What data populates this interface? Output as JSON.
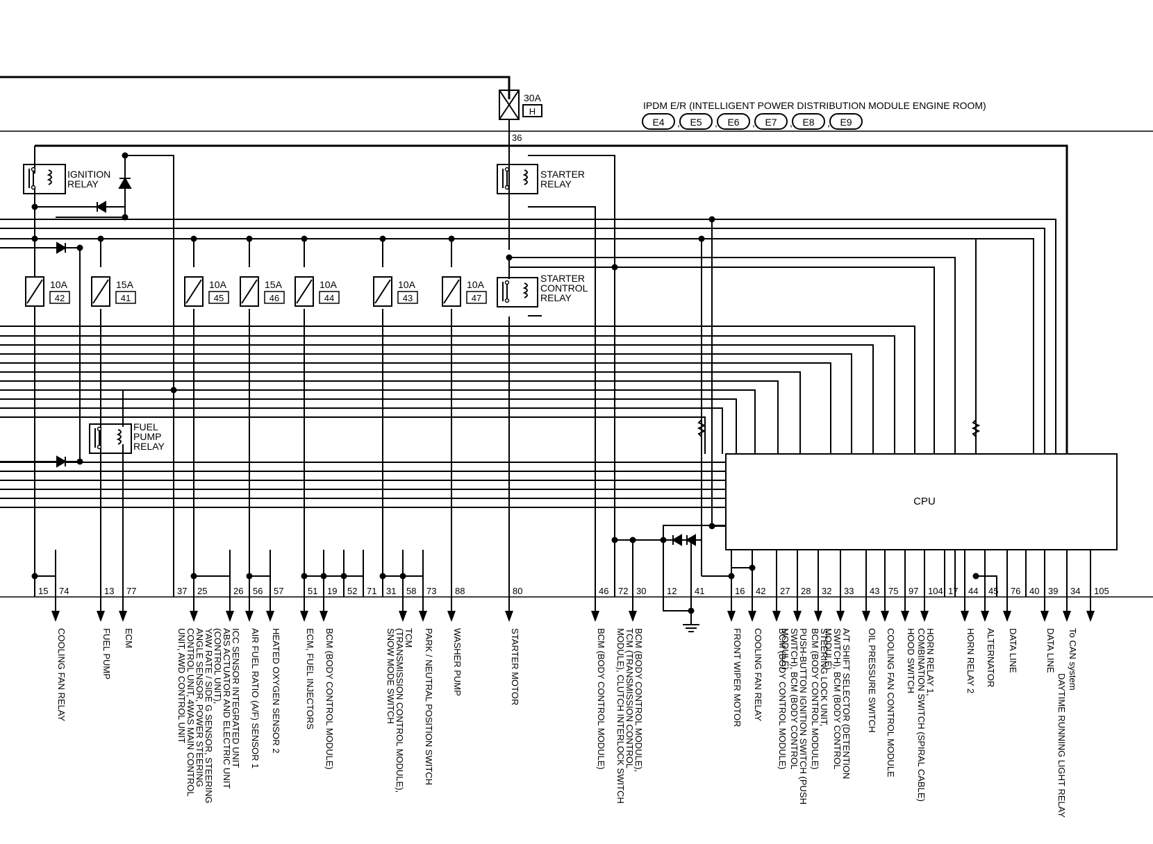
{
  "header": {
    "module_title": "IPDM E/R (INTELLIGENT POWER DISTRIBUTION MODULE ENGINE ROOM)",
    "connectors": [
      "E4",
      "E5",
      "E6",
      "E7",
      "E8",
      "E9"
    ]
  },
  "main_fuse": {
    "rating": "30A",
    "code": "H",
    "terminal": "36"
  },
  "fuses": [
    {
      "rating": "10A",
      "number": "42"
    },
    {
      "rating": "15A",
      "number": "41"
    },
    {
      "rating": "10A",
      "number": "45"
    },
    {
      "rating": "15A",
      "number": "46"
    },
    {
      "rating": "10A",
      "number": "44"
    },
    {
      "rating": "10A",
      "number": "43"
    },
    {
      "rating": "10A",
      "number": "47"
    }
  ],
  "relays": {
    "ignition": [
      "IGNITION",
      "RELAY"
    ],
    "starter": [
      "STARTER",
      "RELAY"
    ],
    "starter_control": [
      "STARTER",
      "CONTROL",
      "RELAY"
    ],
    "fuel_pump": [
      "FUEL",
      "PUMP",
      "RELAY"
    ]
  },
  "cpu_label": "CPU",
  "terminals": [
    "15",
    "74",
    "13",
    "77",
    "37",
    "25",
    "26",
    "56",
    "57",
    "51",
    "19",
    "52",
    "71",
    "31",
    "58",
    "73",
    "88",
    "80",
    "46",
    "72",
    "30",
    "12",
    "41",
    "16",
    "42",
    "27",
    "28",
    "32",
    "33",
    "43",
    "75",
    "97",
    "104",
    "17",
    "44",
    "45",
    "76",
    "40",
    "39",
    "34",
    "105"
  ],
  "outputs": [
    [
      "COOLING FAN RELAY"
    ],
    [
      "FUEL PUMP"
    ],
    [
      "ECM"
    ],
    [
      "ICC SENSOR INTEGRATED UNIT",
      "ABS ACTUATOR AND ELECTRIC UNIT",
      "(CONTROL UNIT),",
      "YAW RATE / SIDE G SENSOR, STEERING",
      "ANGLE SENSOR, POWER STEERING",
      "CONTROL UNIT, 4WAS MAIN CONTROL",
      "UNIT, AWD CONTROL UNIT"
    ],
    [
      "AIR FUEL RATIO (A/F) SENSOR 1"
    ],
    [
      "HEATED OXYGEN SENSOR 2"
    ],
    [
      "ECM, FUEL INJECTORS"
    ],
    [
      "BCM (BODY CONTROL MODULE)"
    ],
    [
      "TCM",
      "(TRANSMISSION CONTROL MODULE),",
      "SNOW MODE SWITCH"
    ],
    [
      "PARK / NEUTRAL POSITION SWITCH"
    ],
    [
      "WASHER PUMP"
    ],
    [
      "STARTER MOTOR"
    ],
    [
      "BCM (BODY CONTROL MODULE)"
    ],
    [
      "BCM (BODY CONTROL MODULE),",
      "TCM (TRANSMISSION CONTROL",
      "MODULE), CLUTCH INTERLOCK SWITCH"
    ],
    [
      "FRONT WIPER MOTOR"
    ],
    [
      "COOLING FAN RELAY"
    ],
    [
      "BCM (BODY CONTROL MODULE)"
    ],
    [
      "PUSH-BUTTON IGNITION SWITCH (PUSH",
      "SWITCH), BCM (BODY CONTROL",
      "MODULE)"
    ],
    [
      "STEERING LOCK UNIT,",
      "BCM (BODY CONTROL MODULE)"
    ],
    [
      "A/T SHIFT SELECTOR (DETENTION",
      "SWITCH), BCM (BODY CONTROL",
      "MODULE)"
    ],
    [
      "OIL PRESSURE SWITCH"
    ],
    [
      "COOLING FAN CONTROL MODULE"
    ],
    [
      "HOOD SWITCH"
    ],
    [
      "HORN RELAY 1,",
      "COMBINATION SWITCH (SPIRAL CABLE)"
    ],
    [
      "HORN RELAY 2"
    ],
    [
      "ALTERNATOR"
    ],
    [
      "DATA LINE"
    ],
    [
      "DATA LINE"
    ],
    [
      "To CAN system"
    ],
    [
      "DAYTIME RUNNING LIGHT RELAY"
    ]
  ]
}
